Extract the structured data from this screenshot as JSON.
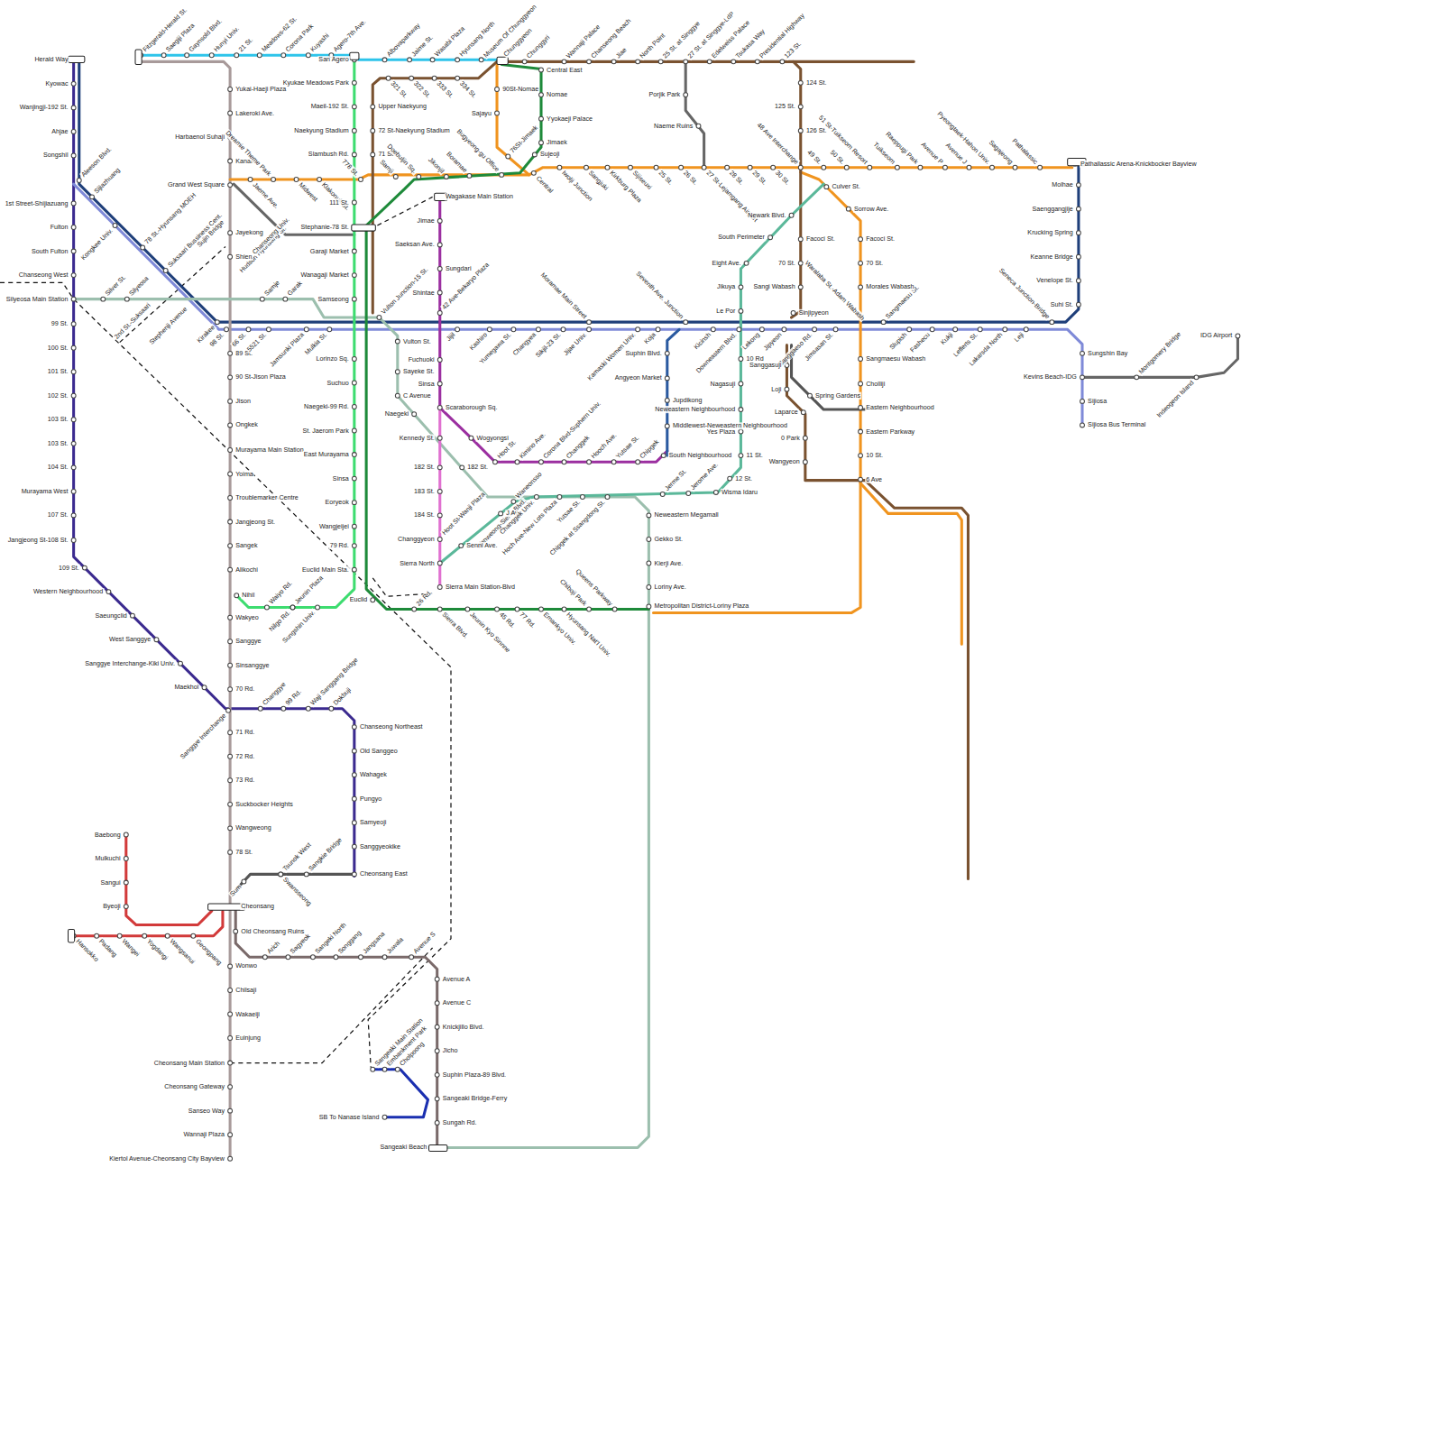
{
  "diagram": {
    "labels": [
      "Herald Way",
      "Kyowac",
      "Wanjingji-192 St.",
      "Ahjae",
      "Songshil",
      "1st Street-Shijiazuang",
      "Fulton",
      "South Fulton",
      "Chanseong West",
      "Silyeosa Main Station",
      "99 St.",
      "100 St.",
      "101 St.",
      "102 St.",
      "103 St.",
      "103 St.",
      "104 St.",
      "Murayama West",
      "107 St.",
      "Jangjeong St-108 St.",
      "109 St.",
      "Western Neighbourhood",
      "Saeungclid",
      "West Sanggye",
      "Sanggye Interchange-Kiki Univ.",
      "Maekhol",
      "Aleeson Blvd.",
      "Sijiazhuang",
      "Kongkee Univ.",
      "78 St.-Hyunsang MOEH",
      "Suksaari Bussiness Cent.",
      "Sujin Bridge",
      "Hudson Hyunsang St.",
      "Chanseong Univ.",
      "Silver St.",
      "Silyeosa",
      "2nd St.-Suksaari",
      "Stephenji Avenue",
      "Kirakee",
      "Samje",
      "Garak",
      "Fitzgerald-Herald St.",
      "Saegiji Plaza",
      "Gaynsold Blvd.",
      "Hunyi Univ.",
      "21 St.",
      "Meadows-62 St.",
      "Corona Park",
      "Kuyashi",
      "Agero-7th Ave.",
      "San Agero",
      "Albovaparkway",
      "Jaime St.",
      "Wasabi Plaza",
      "Hyunsang North",
      "Museum Of Chunggyeon",
      "Chunggyeon",
      "Chunggyri",
      "Wannaji Palace",
      "Chanseong Beach",
      "Jiae",
      "North Point",
      "25 St. at Singgye",
      "27 St. at Singgye-LdP",
      "Edelweiss Palace",
      "Tsukasa Way",
      "Presidential Highway",
      "123 St.",
      "Yukai-Haeji Plaza",
      "Lakeroki Ave.",
      "Harbaenol Suhaji",
      "Kanako",
      "Grand West Square",
      "Jayekong",
      "Shien",
      "98 St.",
      "66 St.",
      "89 St.",
      "90 St-Jison Plaza",
      "Jison",
      "Ongkek",
      "Murayama Main Station",
      "Yoima",
      "Troublemarker Centre",
      "Jangjeong St.",
      "Sangek",
      "Alikochi",
      "Nihil",
      "Wakyeo",
      "Sanggye",
      "Sinsanggye",
      "70 Rd.",
      "Sanggye Interchange",
      "71 Rd.",
      "72 Rd.",
      "73 Rd.",
      "Suckbocker Heights",
      "Wangweong",
      "78 St.",
      "Sum",
      "Cheonsang",
      "Old Cheonsang Ruins",
      "Wonwo",
      "Chilsaji",
      "Wakaeiji",
      "Euinjung",
      "Cheonsang Main Station",
      "Cheonsang Gateway",
      "Sanseo Way",
      "Wannaji Plaza",
      "Kiertol Avenue-Cheonsang City Bayview",
      "Jaeme Ave.",
      "Dreamie Theme Park",
      "Midwest",
      "Klakonuk St.",
      "778 St.",
      "Kyukae Meadows Park",
      "Maeil-192 St.",
      "Naekyung Stadium",
      "Slambush Rd.",
      "111 St.",
      "Stephanie-78 St.",
      "Garaji Market",
      "Wanagaji Market",
      "Samseong",
      "Lorinzo Sq.",
      "Suchuo",
      "Naegeki-99 Rd.",
      "St. Jaerom Park",
      "East Murayama",
      "Sinsa",
      "Eoryeok",
      "Wangjeijei",
      "79 Rd.",
      "Euclid Main Sta.",
      "Euclid",
      "Waiyo Rd.",
      "Jeunin Plaza",
      "Nilgo Rd.",
      "Sungshin Univ.",
      "321 St.",
      "322 St.",
      "333 St.",
      "334 St.",
      "Upper Naekyung",
      "72 St-Naekyung Stadium",
      "71 St.",
      "Vulton Junction-15 St.",
      "Samji",
      "Doebuljin Sq.",
      "Jikonjil",
      "Boramae",
      "Bugyeong-gu Office",
      "Central",
      "Iwolji Junction",
      "Sangjuki",
      "Kirkburg Plaza",
      "Sijiseuxi",
      "25 St.",
      "26 St.",
      "27 St-Lejamgang Airport",
      "28 St.",
      "29 St.",
      "30 St.",
      "48 Ave Interchange",
      "49 St.",
      "50 St.",
      "51 St-Tuikseom Resort",
      "Tuikseom",
      "Raeppugi Park",
      "Avenue P",
      "Avenue J",
      "Pyeongtaek-Hahon Univ.",
      "Sagajeong",
      "Pathalassic",
      "Pathallassic Arena-Knickbocker Bayview",
      "Central East",
      "90St-Nomae",
      "Nomae",
      "Sajayu",
      "76St-Jimaek",
      "Yyokaeji Palace",
      "Jimaek",
      "Sujeoji",
      "Wagakase Main Station",
      "Jimae",
      "Saeksan Ave.",
      "Sungdari",
      "Shintae",
      "42 Ave-Bekaryo Plaza",
      "Jijil",
      "Vulton St.",
      "Fuchuoki",
      "Sayeke St.",
      "Sinsa",
      "C Avenue",
      "Scaraborough Sq.",
      "Naegeki",
      "Kennedy St.",
      "182 St.",
      "183 St.",
      "184 St.",
      "Changgyeon",
      "Sierra North",
      "Sierra Main Station-Blvd",
      "182 St.",
      "Wogyongsi",
      "Hoot St.",
      "Kimino Ave.",
      "Corona Blvd-Suphern Univ.",
      "Changgek",
      "Hooch Ave.",
      "Yutsae St.",
      "Chipgek",
      "South Neighbourhood",
      "Middlewest-Neweastern Neighbourhood",
      "Jupdikong",
      "Neweastern Neighbourhood",
      "Angyeon Market",
      "Suphin Blvd.",
      "5521 St.",
      "Jamsunki Plaza",
      "Mulkia St.",
      "Kashiro",
      "Yumegawa St.",
      "Changyea",
      "Sikjil-23 St.",
      "Jijae Univ.",
      "Kamaski Women Univ.",
      "Koja",
      "Moramae Main Street",
      "Seventh Ave. Junction",
      "Kicinsh",
      "Downeastern Blvd.",
      "Lekong",
      "Jipyeon",
      "Sanggaeso Rd.",
      "Jimsasan St.",
      "Sangmaesu St.",
      "Slupish",
      "Fashecu",
      "Kukji",
      "Lefferts St.",
      "Lakarsda North",
      "Leji",
      "Seneca Junction-Bridge",
      "Newark Blvd.",
      "South Perimeter",
      "Eight Ave.",
      "Jikuya",
      "Le Por",
      "10 Rd",
      "Nagasuji",
      "Yes Plaza",
      "11 St.",
      "12 St.",
      "Wisma Idaru",
      "Jerome Ave.",
      "Jerme St.",
      "Culver St.",
      "Sorrow Ave.",
      "Facoci St.",
      "70 St.",
      "Morales Wabash",
      "Sangmaesu Wabash",
      "Cholliji",
      "Eastern Neighbourhood",
      "Eastern Parkway",
      "10 St.",
      "6 Ave",
      "124 St.",
      "125 St.",
      "126 St.",
      "Facoci St.",
      "70 St.",
      "Sangi Wabash",
      "Sinjipyeon",
      "Waralaba St.-Adam Wabash",
      "Porjik Park",
      "Naeme Ruins",
      "Sanggasuji",
      "Loji",
      "Laparce",
      "0 Park",
      "Wangyeon",
      "Spring Gardens",
      "Molhae",
      "Saenggangjije",
      "Krucking Spring",
      "Keanne Bridge",
      "Venelope St.",
      "Suhi St.",
      "Sungshin Bay",
      "Kevins Beach-IDG",
      "Sijiosa",
      "Sijiosa Bus Terminal",
      "Montgomery Bridge",
      "Indeogeon Island",
      "IDG Airport",
      "Hoot St-Wanji Plaza",
      "Wanweong-Sierra Blvd.",
      "Waneonsso",
      "J Ave.",
      "Senni Ave.",
      "Changgek Univ.",
      "Hoch Ave-New Lots Plaza",
      "Yutsae St.",
      "Chipgek at Ssangdong St.",
      "Neweastern Megamall",
      "Gekko St.",
      "Kierji Ave.",
      "Loriny Ave.",
      "Metropolitan District-Loriny Plaza",
      "26 Rd.",
      "Sierra Blvd.",
      "Jeunin Kyo Sinnne",
      "45 Rd.",
      "77 Rd.",
      "Emankyo Univ.",
      "Hyunsang Nat'l Univ.",
      "Chiboji Park",
      "Queens Parkway",
      "Changgye",
      "99 Rd.",
      "Waji Sanggang Bridge",
      "Dokbuji",
      "Chanseong Northeast",
      "Old Sanggeo",
      "Wahagek",
      "Pungyo",
      "Samyeoji",
      "Sanggyeokike",
      "Cheonsang East",
      "Tsunok West",
      "Sangkie Bridge",
      "Swansseong",
      "Baebong",
      "Mulkuchi",
      "Sangui",
      "Byeoji",
      "Hansokko",
      "Padang",
      "Wangei",
      "Yogdangi",
      "Wangsanui",
      "Geongpang",
      "Arich",
      "Sagyeok",
      "Sangeki North",
      "Songgang",
      "Jangsana",
      "Juwala",
      "Avenue S",
      "Avenue A",
      "Avenue C",
      "Knickjillo Blvd.",
      "Jicho",
      "Suphin Plaza-89 Blvd.",
      "Sangeaki Bridge-Ferry",
      "Sungah Rd.",
      "Sangeaki Beach",
      "Sangeaki Main Station",
      "Embankment Park",
      "Cholpoong",
      "SB To Nanase Island"
    ]
  }
}
